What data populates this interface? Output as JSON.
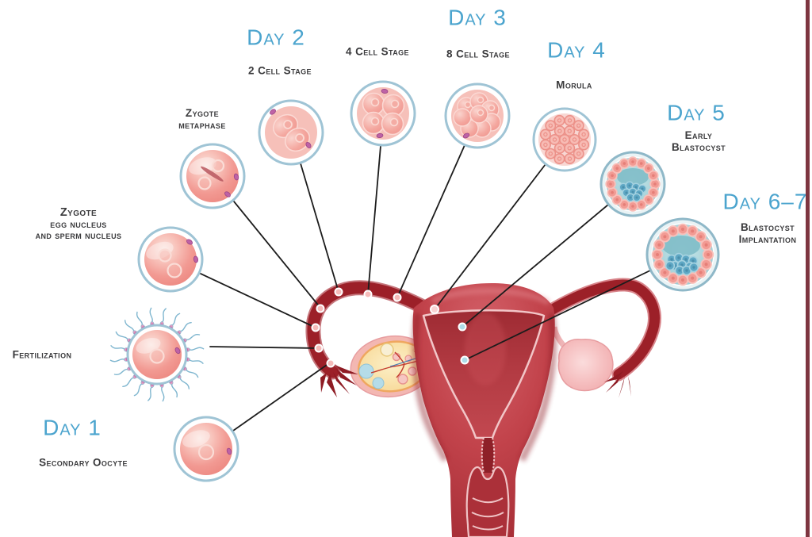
{
  "palette": {
    "heading_blue": "#4BA4CE",
    "label_dark": "#3A3A3C",
    "connector_black": "#1C1C1C",
    "uterus_red": "#C2434B",
    "tube_dark_red": "#9C2028",
    "egg_pink": "#F19A93",
    "blastocyst_teal": "#8FC4CD",
    "ovary_yellow": "#F8DC9E",
    "right_edge_maroon": "#7E3540"
  },
  "labels": {
    "day1_heading": "Day 1",
    "day1_stage": "Secondary Oocyte",
    "fertilization": "Fertilization",
    "zygote_line1": "Zygote",
    "zygote_line2": "egg nucleus",
    "zygote_line3": "and sperm nucleus",
    "metaphase_line1": "Zygote",
    "metaphase_line2": "metaphase",
    "day2_heading": "Day 2",
    "day2_stage": "2 Cell Stage",
    "stage_4cell": "4 Cell Stage",
    "day3_heading": "Day 3",
    "stage_8cell": "8 Cell Stage",
    "day4_heading": "Day 4",
    "day4_stage": "Morula",
    "day5_heading": "Day 5",
    "day5_stage_line1": "Early",
    "day5_stage_line2": "Blastocyst",
    "day67_heading": "Day 6–7",
    "day67_stage_line1": "Blastocyst",
    "day67_stage_line2": "Implantation"
  },
  "stages_in_order": [
    {
      "day": "Day 1",
      "stage": "Secondary Oocyte"
    },
    {
      "day": null,
      "stage": "Fertilization"
    },
    {
      "day": null,
      "stage": "Zygote egg nucleus and sperm nucleus"
    },
    {
      "day": null,
      "stage": "Zygote metaphase"
    },
    {
      "day": "Day 2",
      "stage": "2 Cell Stage"
    },
    {
      "day": null,
      "stage": "4 Cell Stage"
    },
    {
      "day": "Day 3",
      "stage": "8 Cell Stage"
    },
    {
      "day": "Day 4",
      "stage": "Morula"
    },
    {
      "day": "Day 5",
      "stage": "Early Blastocyst"
    },
    {
      "day": "Day 6–7",
      "stage": "Blastocyst Implantation"
    }
  ]
}
